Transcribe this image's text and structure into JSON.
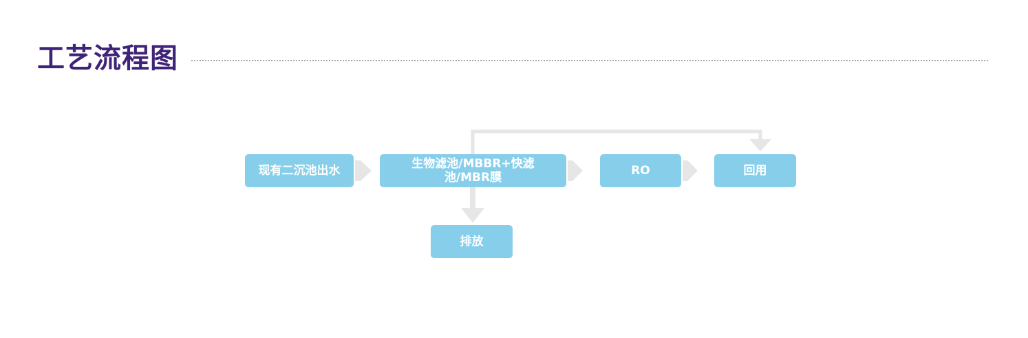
{
  "page": {
    "title": "工艺流程图"
  },
  "flow": {
    "nodes": {
      "source": "现有二沉池出水",
      "treatment": "生物滤池/MBBR+快滤池/MBR膜",
      "ro": "RO",
      "reuse": "回用",
      "discharge": "排放"
    }
  },
  "colors": {
    "title": "#3f2378",
    "node_fill": "#87ceea",
    "node_text": "#ffffff",
    "arrow": "#e6e6e6",
    "rule": "#a9a9a9"
  }
}
